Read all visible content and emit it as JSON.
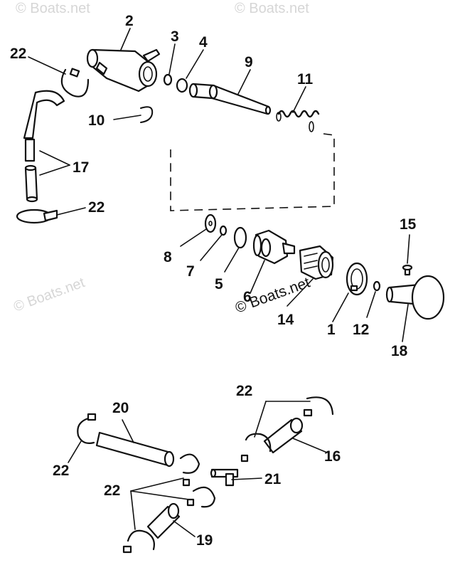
{
  "watermark": {
    "text": "© Boats.net"
  },
  "labels": {
    "l1": "1",
    "l2": "2",
    "l3": "3",
    "l4": "4",
    "l5": "5",
    "l6": "6",
    "l7": "7",
    "l8": "8",
    "l9": "9",
    "l10": "10",
    "l11": "11",
    "l12": "12",
    "l14": "14",
    "l15": "15",
    "l16": "16",
    "l17": "17",
    "l18": "18",
    "l19": "19",
    "l20": "20",
    "l21": "21",
    "l22_top_left": "22",
    "l22_mid_left": "22",
    "l22_bottom_top": "22",
    "l22_bottom_left": "22",
    "l22_bottom_mid": "22"
  }
}
